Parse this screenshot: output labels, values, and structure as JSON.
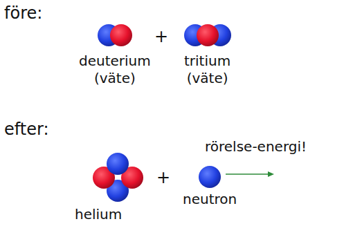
{
  "diagram": {
    "labels": [
      "före:",
      "+",
      "deuterium (väte)",
      "tritium (väte)",
      "efter:",
      "+",
      "helium",
      "neutron",
      "rörelse-energi!"
    ]
  }
}
